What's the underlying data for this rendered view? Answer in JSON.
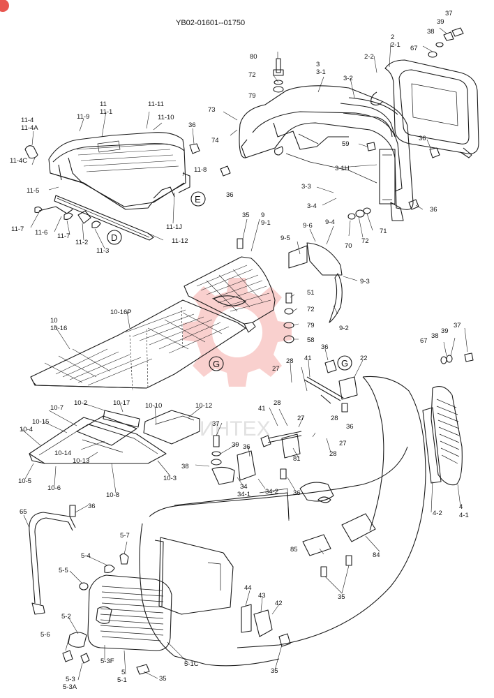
{
  "header": {
    "code": "YB02-01601--01750"
  },
  "watermark": {
    "text": "ИНТЕХ",
    "color": "#e8564f"
  },
  "callouts": {
    "d": "D",
    "e": "E",
    "g1": "G",
    "g2": "G"
  },
  "labels": [
    "37",
    "39",
    "2",
    "2-1",
    "38",
    "67",
    "80",
    "3",
    "3-1",
    "2-2",
    "72",
    "3-2",
    "79",
    "73",
    "74",
    "11",
    "11-1",
    "11-11",
    "11-10",
    "11-9",
    "11-4",
    "11-4A",
    "36",
    "59",
    "36",
    "3-1H",
    "11-4C",
    "11-8",
    "36",
    "11-5",
    "3-3",
    "3-4",
    "36",
    "11-7",
    "11-6",
    "11-7",
    "11-2",
    "11-3",
    "11-1J",
    "11-12",
    "35",
    "9",
    "9-1",
    "9-6",
    "9-4",
    "9-5",
    "70",
    "72",
    "71",
    "9-3",
    "51",
    "10-16P",
    "72",
    "10",
    "10-16",
    "79",
    "9-2",
    "58",
    "36",
    "41",
    "22",
    "28",
    "27",
    "28",
    "36",
    "67",
    "38",
    "39",
    "37",
    "10-2",
    "10-17",
    "10-10",
    "10-12",
    "10-7",
    "10-15",
    "41",
    "28",
    "27",
    "37",
    "10-4",
    "39",
    "36",
    "27",
    "10-14",
    "10-13",
    "38",
    "81",
    "28",
    "10-3",
    "10-5",
    "10-6",
    "34",
    "34-1",
    "34-2",
    "36",
    "10-8",
    "65",
    "36",
    "4-2",
    "4",
    "4-1",
    "5-7",
    "5-4",
    "85",
    "84",
    "5-5",
    "35",
    "44",
    "43",
    "42",
    "5-2",
    "5-6",
    "5-3F",
    "5-1C",
    "5",
    "5-1",
    "35",
    "5-3",
    "5-3A",
    "35"
  ]
}
